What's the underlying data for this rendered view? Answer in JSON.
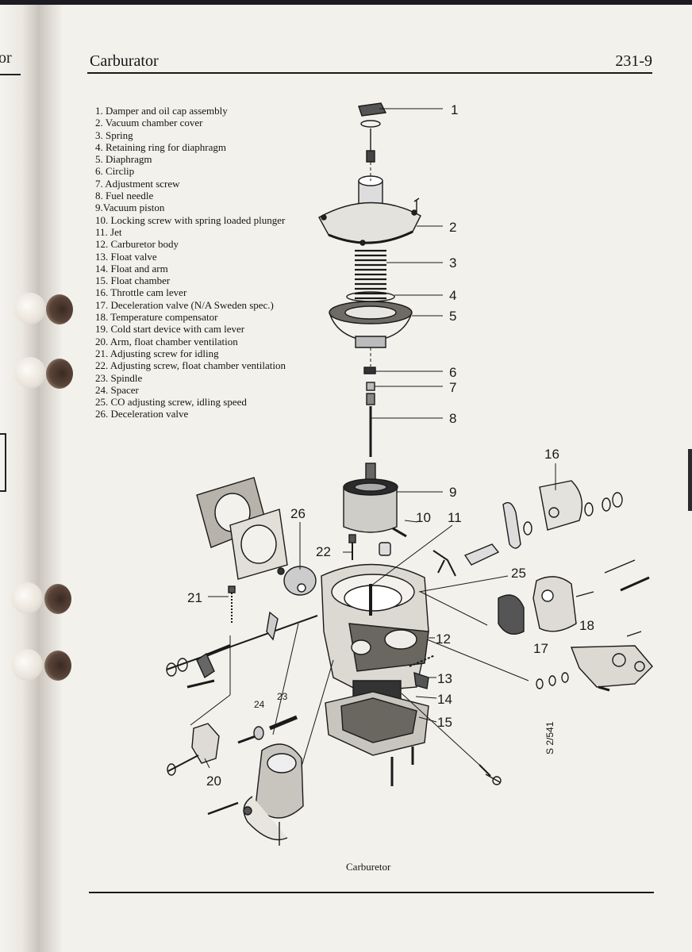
{
  "prev_page": {
    "title_fragment": "or"
  },
  "header": {
    "title": "Carburator",
    "page_number": "231-9"
  },
  "legend": [
    "1.  Damper and oil cap assembly",
    "2.  Vacuum chamber cover",
    "3.  Spring",
    "4.  Retaining ring for diaphragm",
    "5.  Diaphragm",
    "6.  Circlip",
    "7.  Adjustment screw",
    "8.  Fuel needle",
    "9.Vacuum piston",
    "10.  Locking screw with spring loaded plunger",
    "11.  Jet",
    "12.  Carburetor body",
    "13.  Float valve",
    "14.  Float and arm",
    "15.  Float chamber",
    "16.  Throttle cam lever",
    "17.  Deceleration valve (N/A Sweden spec.)",
    "18.  Temperature compensator",
    "19.  Cold start device with cam lever",
    "20.  Arm, float chamber ventilation",
    "21.  Adjusting screw for idling",
    "22.  Adjusting screw, float chamber ventilation",
    "23.  Spindle",
    "24.  Spacer",
    "25.  CO adjusting screw, idling speed",
    "26.  Deceleration valve"
  ],
  "callouts": {
    "c1": "1",
    "c2": "2",
    "c3": "3",
    "c4": "4",
    "c5": "5",
    "c6": "6",
    "c7": "7",
    "c8": "8",
    "c9": "9",
    "c10": "10",
    "c11": "11",
    "c12": "12",
    "c13": "13",
    "c14": "14",
    "c15": "15",
    "c16": "16",
    "c17": "17",
    "c18": "18",
    "c20": "20",
    "c21": "21",
    "c22": "22",
    "c23": "23",
    "c24": "24",
    "c25": "25",
    "c26": "26"
  },
  "figure_code": "S 2/541",
  "caption": "Carburetor"
}
